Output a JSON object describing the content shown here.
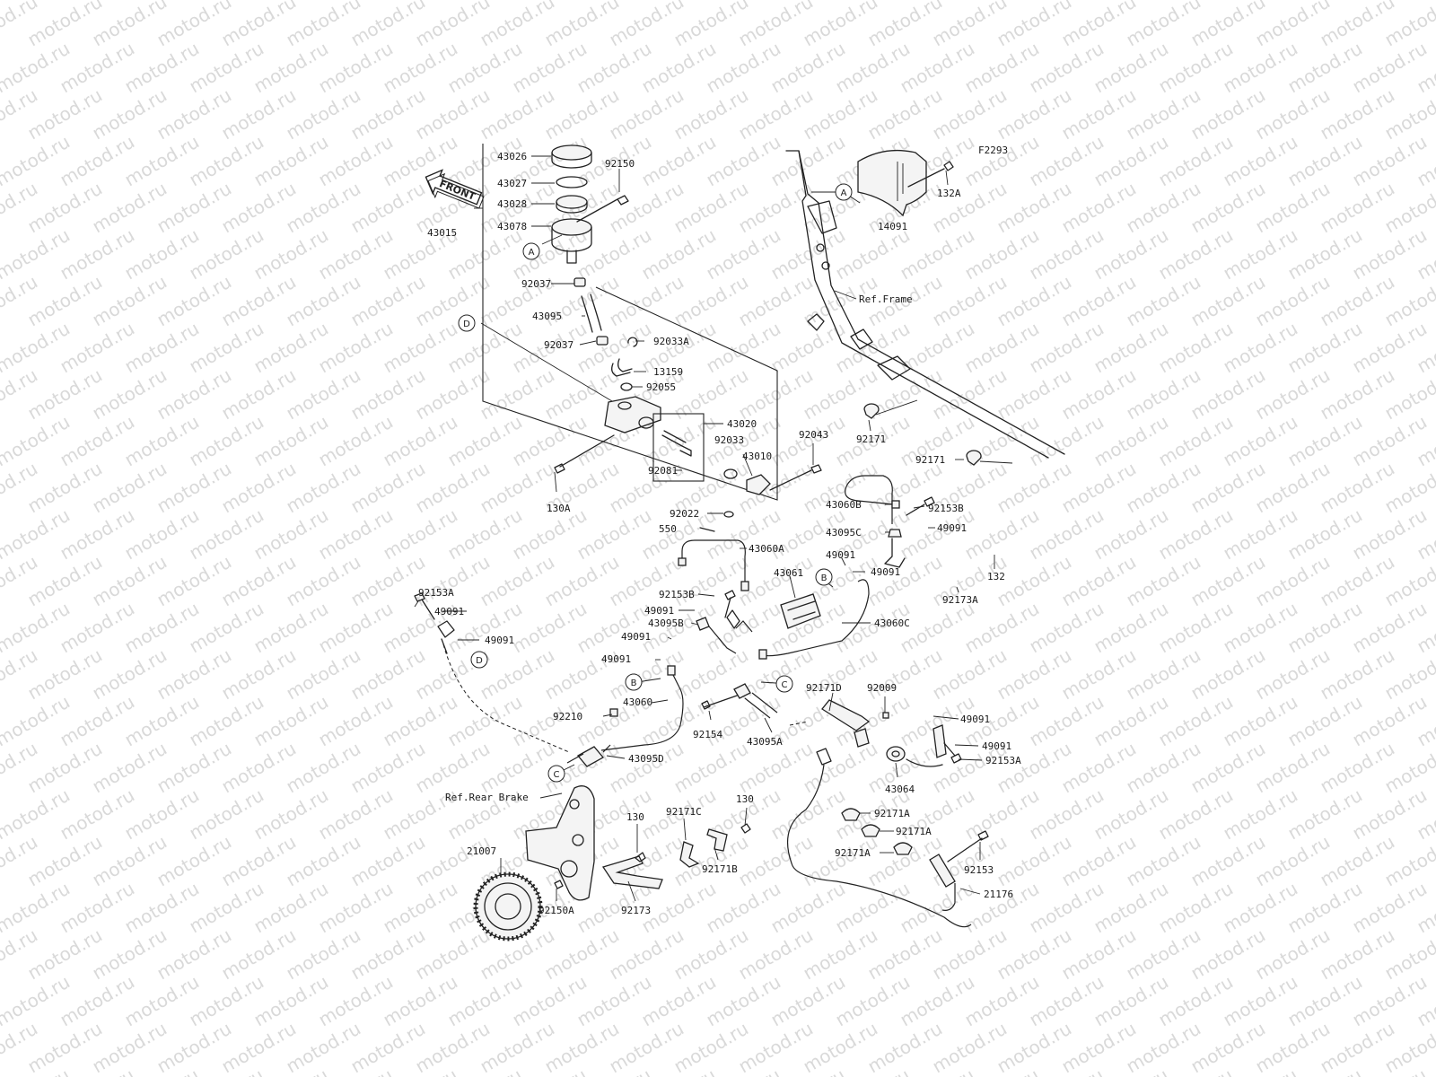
{
  "figure_code": "F2293",
  "watermark_text": "motod.ru",
  "front_arrow_label": "FRONT",
  "circle_labels": [
    "A",
    "A",
    "B",
    "B",
    "C",
    "C",
    "D",
    "D"
  ],
  "references": {
    "frame": "Ref.Frame",
    "rear_brake": "Ref.Rear Brake"
  },
  "parts": [
    "43026",
    "43027",
    "43028",
    "43078",
    "92150",
    "43015",
    "92037",
    "43095",
    "92037",
    "92033A",
    "13159",
    "92055",
    "43020",
    "92033",
    "43010",
    "92081",
    "130A",
    "92022",
    "550",
    "92043",
    "132A",
    "14091",
    "92171",
    "92171",
    "43060B",
    "92153B",
    "43095C",
    "49091",
    "43060A",
    "49091",
    "49091",
    "43061",
    "132",
    "92173A",
    "92153B",
    "49091",
    "43095B",
    "49091",
    "49091",
    "43060C",
    "92153A",
    "49091",
    "49091",
    "43060",
    "92210",
    "43095D",
    "92154",
    "43095A",
    "92171D",
    "92009",
    "49091",
    "49091",
    "92153A",
    "43064",
    "92171A",
    "92171A",
    "92171A",
    "92153",
    "21176",
    "130",
    "130",
    "92171C",
    "92171B",
    "21007",
    "92150A",
    "92173"
  ]
}
